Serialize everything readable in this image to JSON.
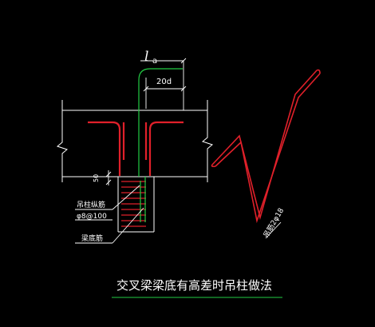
{
  "colors": {
    "background": "#000000",
    "structure": "#ffffff",
    "rebar": "#e0202a",
    "hanger_outline": "#22cc44",
    "dimension": "#ffffff",
    "stirrup_fill": "#e0202a"
  },
  "labels": {
    "anchorage_symbol": "l",
    "anchorage_subscript": "a",
    "hook_length": "20d",
    "offset_dim": "50",
    "hanger_column_rebar": "吊柱纵筋",
    "stirrup_spec": "φ8@100",
    "beam_bottom_rebar": "梁底筋",
    "hanger_bar_note": "吊筋2φ18",
    "caption": "交叉梁梁底有高差时吊柱做法"
  }
}
